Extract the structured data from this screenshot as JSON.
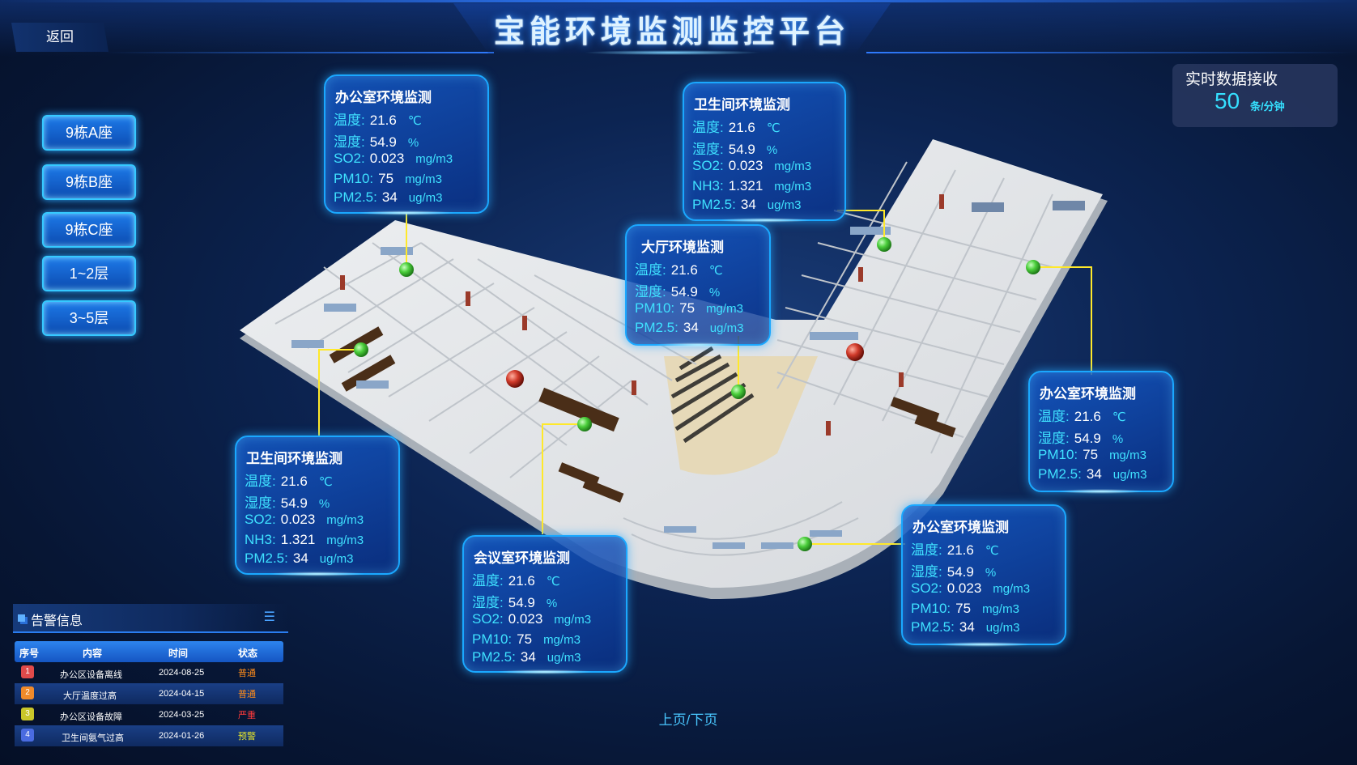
{
  "header": {
    "title": "宝能环境监测监控平台",
    "back_label": "返回"
  },
  "side_buttons": [
    "9栋A座",
    "9栋B座",
    "9栋C座",
    "1~2层",
    "3~5层"
  ],
  "realtime": {
    "label": "实时数据接收",
    "value": "50",
    "unit": "条/分钟"
  },
  "panels": [
    {
      "title": "办公室环境监测",
      "rows": [
        [
          "温度:",
          "21.6",
          "℃"
        ],
        [
          "湿度:",
          "54.9",
          "%"
        ],
        [
          "SO2:",
          "0.023",
          "mg/m3"
        ],
        [
          "PM10:",
          "75",
          "mg/m3"
        ],
        [
          "PM2.5:",
          "34",
          "ug/m3"
        ]
      ]
    },
    {
      "title": "卫生间环境监测",
      "rows": [
        [
          "温度:",
          "21.6",
          "℃"
        ],
        [
          "湿度:",
          "54.9",
          "%"
        ],
        [
          "SO2:",
          "0.023",
          "mg/m3"
        ],
        [
          "NH3:",
          "1.321",
          "mg/m3"
        ],
        [
          "PM2.5:",
          "34",
          "ug/m3"
        ]
      ]
    },
    {
      "title": "大厅环境监测",
      "rows": [
        [
          "温度:",
          "21.6",
          "℃"
        ],
        [
          "湿度:",
          "54.9",
          "%"
        ],
        [
          "PM10:",
          "75",
          "mg/m3"
        ],
        [
          "PM2.5:",
          "34",
          "ug/m3"
        ]
      ]
    },
    {
      "title": "办公室环境监测",
      "rows": [
        [
          "温度:",
          "21.6",
          "℃"
        ],
        [
          "湿度:",
          "54.9",
          "%"
        ],
        [
          "PM10:",
          "75",
          "mg/m3"
        ],
        [
          "PM2.5:",
          "34",
          "ug/m3"
        ]
      ]
    },
    {
      "title": "卫生间环境监测",
      "rows": [
        [
          "温度:",
          "21.6",
          "℃"
        ],
        [
          "湿度:",
          "54.9",
          "%"
        ],
        [
          "SO2:",
          "0.023",
          "mg/m3"
        ],
        [
          "NH3:",
          "1.321",
          "mg/m3"
        ],
        [
          "PM2.5:",
          "34",
          "ug/m3"
        ]
      ]
    },
    {
      "title": "会议室环境监测",
      "rows": [
        [
          "温度:",
          "21.6",
          "℃"
        ],
        [
          "湿度:",
          "54.9",
          "%"
        ],
        [
          "SO2:",
          "0.023",
          "mg/m3"
        ],
        [
          "PM10:",
          "75",
          "mg/m3"
        ],
        [
          "PM2.5:",
          "34",
          "ug/m3"
        ]
      ]
    },
    {
      "title": "办公室环境监测",
      "rows": [
        [
          "温度:",
          "21.6",
          "℃"
        ],
        [
          "湿度:",
          "54.9",
          "%"
        ],
        [
          "SO2:",
          "0.023",
          "mg/m3"
        ],
        [
          "PM10:",
          "75",
          "mg/m3"
        ],
        [
          "PM2.5:",
          "34",
          "ug/m3"
        ]
      ]
    }
  ],
  "alarms": {
    "title": "告警信息",
    "columns": [
      "序号",
      "内容",
      "时间",
      "状态"
    ],
    "rows": [
      {
        "no": "1",
        "content": "办公区设备离线",
        "time": "2024-08-25",
        "status": "普通",
        "status_color": "#ff8c1a",
        "badge_color": "#e04a4a"
      },
      {
        "no": "2",
        "content": "大厅温度过高",
        "time": "2024-04-15",
        "status": "普通",
        "status_color": "#ff8c1a",
        "badge_color": "#f08a2a"
      },
      {
        "no": "3",
        "content": "办公区设备故障",
        "time": "2024-03-25",
        "status": "严重",
        "status_color": "#ff3b3b",
        "badge_color": "#c9c62a"
      },
      {
        "no": "4",
        "content": "卫生间氨气过高",
        "time": "2024-01-26",
        "status": "预警",
        "status_color": "#e6e62a",
        "badge_color": "#4a6be0"
      }
    ]
  },
  "pager": "上页/下页",
  "colors": {
    "accent": "#3fe1ff",
    "panel_border": "#1aa8ff",
    "sensor": "#44cc44",
    "leader": "#ffe92a",
    "alarm_marker": "#d03a2a"
  }
}
